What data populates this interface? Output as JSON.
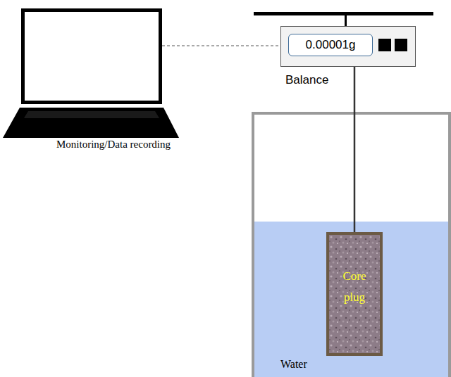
{
  "diagram": {
    "nodes": [
      {
        "text": [
          "Monitoring/Data recording"
        ]
      },
      {
        "text": [
          "0.00001g",
          "Balance"
        ]
      },
      {
        "text": [
          "Core plug"
        ]
      }
    ],
    "edges": [
      {
        "from": 0,
        "to": 1,
        "arrow": "none"
      },
      {
        "from": 1,
        "to": 2,
        "arrow": "none"
      }
    ],
    "labels": [
      "Water"
    ]
  }
}
